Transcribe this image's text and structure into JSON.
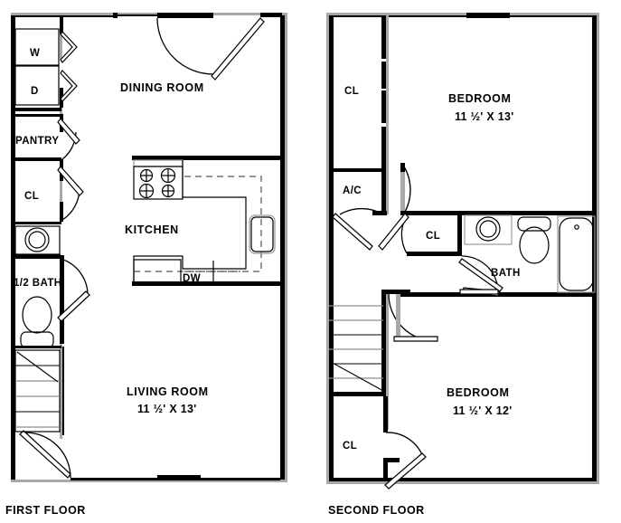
{
  "document": {
    "type": "floor-plan",
    "unit_description": "Two-story townhome floor plan",
    "ink_color": "#000000",
    "background_color": "#ffffff",
    "secondary_line_color": "#a8a8a8"
  },
  "floors": [
    {
      "id": "first-floor",
      "title": "FIRST FLOOR",
      "rooms": [
        {
          "id": "dining-room",
          "label": "DINING ROOM",
          "dimensions": ""
        },
        {
          "id": "kitchen",
          "label": "KITCHEN",
          "dimensions": ""
        },
        {
          "id": "living-room",
          "label": "LIVING ROOM",
          "dimensions": "11 ½' X 13'"
        }
      ],
      "closets": [
        {
          "id": "pantry",
          "label": "PANTRY"
        },
        {
          "id": "coat-closet",
          "label": "CL"
        }
      ],
      "utilities": [
        {
          "id": "washer",
          "label": "W"
        },
        {
          "id": "dryer",
          "label": "D"
        }
      ],
      "baths": [
        {
          "id": "half-bath",
          "label": "1/2 BATH"
        }
      ],
      "appliances": [
        {
          "id": "dishwasher",
          "label": "DW"
        },
        {
          "id": "range",
          "label": ""
        },
        {
          "id": "kitchen-sink",
          "label": ""
        }
      ]
    },
    {
      "id": "second-floor",
      "title": "SECOND FLOOR",
      "rooms": [
        {
          "id": "bedroom-1",
          "label": "BEDROOM",
          "dimensions": "11 ½' X 13'"
        },
        {
          "id": "bedroom-2",
          "label": "BEDROOM",
          "dimensions": "11 ½' X 12'"
        }
      ],
      "closets": [
        {
          "id": "bedroom-1-closet",
          "label": "CL"
        },
        {
          "id": "hall-closet",
          "label": "CL"
        },
        {
          "id": "bedroom-2-closet",
          "label": "CL"
        }
      ],
      "utilities": [
        {
          "id": "ac-closet",
          "label": "A/C"
        }
      ],
      "baths": [
        {
          "id": "full-bath",
          "label": "BATH"
        }
      ]
    }
  ]
}
